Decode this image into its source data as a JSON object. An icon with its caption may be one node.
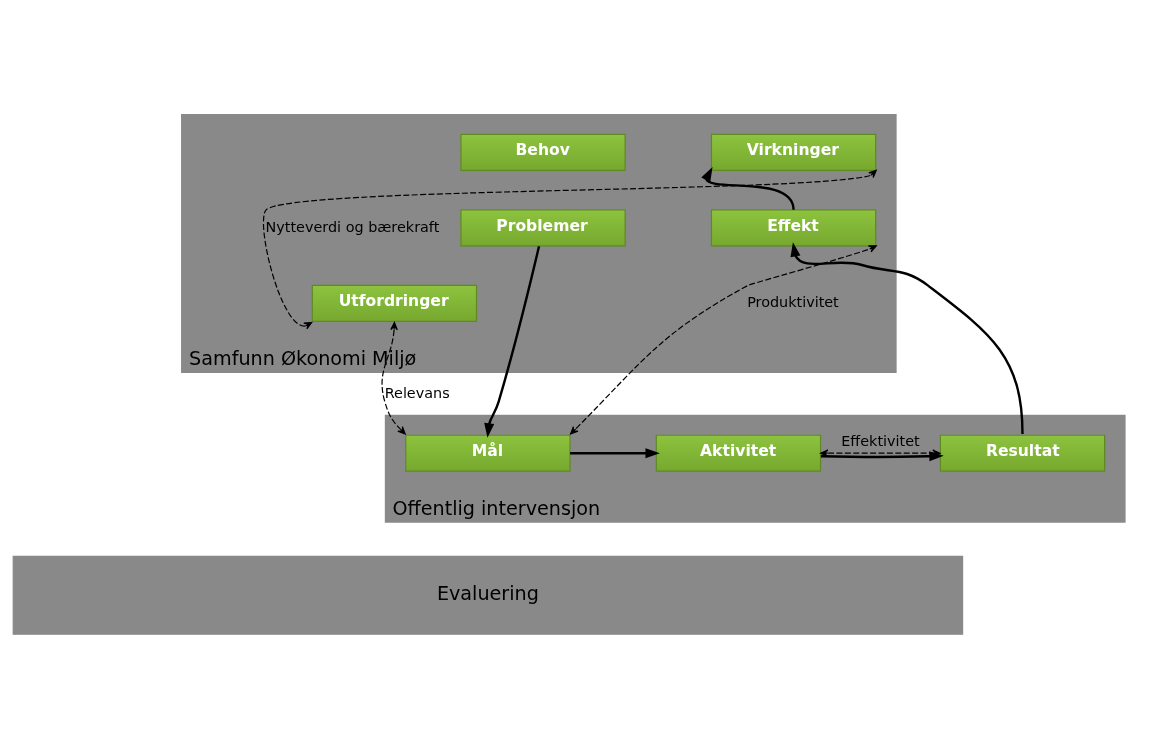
{
  "diagram": {
    "nodes": [
      {
        "text": [
          "Samfunn Økonomi Miljø"
        ]
      },
      {
        "text": [
          "Behov"
        ],
        "in": 0
      },
      {
        "text": [
          "Problemer"
        ],
        "in": 0
      },
      {
        "text": [
          "Utfordringer"
        ],
        "in": 0
      },
      {
        "text": [
          "Virkninger"
        ],
        "in": 0
      },
      {
        "text": [
          "Effekt"
        ],
        "in": 0
      },
      {
        "text": [
          "Offentlig intervensjon"
        ]
      },
      {
        "text": [
          "Mål"
        ],
        "in": 6
      },
      {
        "text": [
          "Aktivitet"
        ],
        "in": 6
      },
      {
        "text": [
          "Resultat"
        ],
        "in": 6
      },
      {
        "text": [
          "Evaluering"
        ]
      }
    ],
    "edges": [
      {
        "from": 2,
        "to": 7,
        "arrow": "to"
      },
      {
        "from": 7,
        "to": 8,
        "arrow": "to"
      },
      {
        "from": 8,
        "to": 9,
        "arrow": "to"
      },
      {
        "from": 9,
        "to": 5,
        "arrow": "to"
      },
      {
        "from": 5,
        "to": 4,
        "arrow": "to"
      },
      {
        "from": 3,
        "to": 7,
        "arrow": "both",
        "label": "Relevans",
        "style": "dashed"
      },
      {
        "from": 8,
        "to": 9,
        "arrow": "both",
        "label": "Effektivitet",
        "style": "dashed"
      },
      {
        "from": 7,
        "to": 5,
        "arrow": "both",
        "label": "Produktivitet",
        "style": "dashed"
      },
      {
        "from": 3,
        "to": 4,
        "arrow": "both",
        "label": "Nytteverdi og bærekraft",
        "style": "dashed"
      }
    ]
  }
}
